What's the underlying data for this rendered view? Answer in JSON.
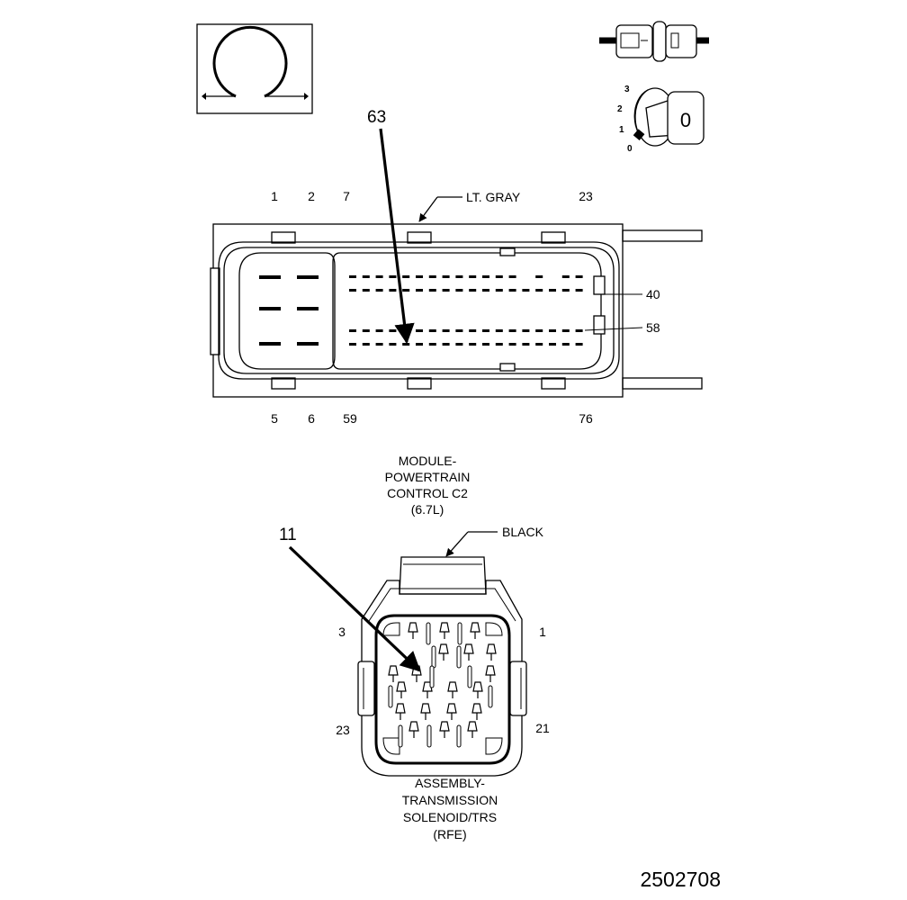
{
  "meter_icon": {
    "name": "ohmmeter-icon"
  },
  "connector_icon": {
    "name": "connector-disconnect-icon"
  },
  "ignition_icon": {
    "name": "ignition-key-icon",
    "positions": [
      "3",
      "2",
      "1",
      "0"
    ],
    "key_label": "0"
  },
  "pcm_connector": {
    "color_label": "LT. GRAY",
    "callout": "63",
    "top_pins": [
      "1",
      "2",
      "7",
      "23"
    ],
    "bottom_pins": [
      "5",
      "6",
      "59",
      "76"
    ],
    "side_pins": [
      "40",
      "58"
    ],
    "caption": [
      "MODULE-",
      "POWERTRAIN",
      "CONTROL C2",
      "(6.7L)"
    ]
  },
  "trs_connector": {
    "color_label": "BLACK",
    "callout": "11",
    "corner_pins": {
      "top_left": "3",
      "top_right": "1",
      "bottom_left": "23",
      "bottom_right": "21"
    },
    "caption": [
      "ASSEMBLY-",
      "TRANSMISSION",
      "SOLENOID/TRS",
      "(RFE)"
    ]
  },
  "figure_id": "2502708"
}
